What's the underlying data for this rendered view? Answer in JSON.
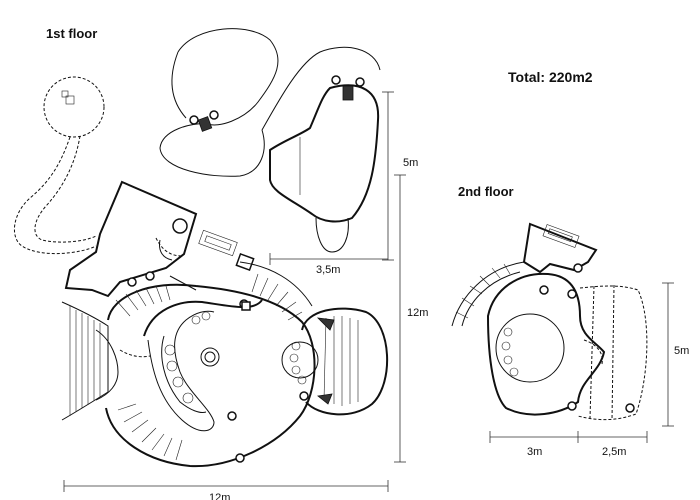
{
  "labels": {
    "first_floor": "1st floor",
    "second_floor": "2nd floor",
    "total": "Total: 220m2"
  },
  "dimensions": {
    "first_floor_width": "12m",
    "first_floor_height": "12m",
    "upper_pod_height": "5m",
    "upper_pod_width": "3,5m",
    "second_floor_height": "5m",
    "second_floor_left": "3m",
    "second_floor_right": "2,5m"
  }
}
